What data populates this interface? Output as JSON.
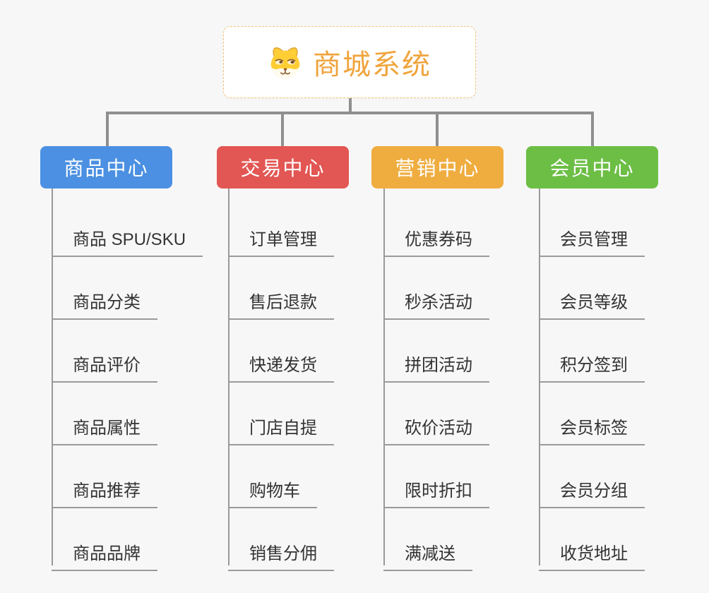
{
  "root": {
    "title": "商城系统",
    "icon": "doge-icon"
  },
  "branches": [
    {
      "label": "商品中心",
      "color": "#4b90e2",
      "items": [
        "商品 SPU/SKU",
        "商品分类",
        "商品评价",
        "商品属性",
        "商品推荐",
        "商品品牌"
      ]
    },
    {
      "label": "交易中心",
      "color": "#e25653",
      "items": [
        "订单管理",
        "售后退款",
        "快递发货",
        "门店自提",
        "购物车",
        "销售分佣"
      ]
    },
    {
      "label": "营销中心",
      "color": "#efad40",
      "items": [
        "优惠券码",
        "秒杀活动",
        "拼团活动",
        "砍价活动",
        "限时折扣",
        "满减送"
      ]
    },
    {
      "label": "会员中心",
      "color": "#6cbe45",
      "items": [
        "会员管理",
        "会员等级",
        "积分签到",
        "会员标签",
        "会员分组",
        "收货地址"
      ]
    }
  ],
  "colors": {
    "background": "#f7f7f7",
    "root_text": "#f0a43c",
    "root_border": "#f2c379",
    "connector": "#8f8f8f",
    "leaf_underline": "#9a9a9a",
    "leaf_text": "#333333"
  }
}
